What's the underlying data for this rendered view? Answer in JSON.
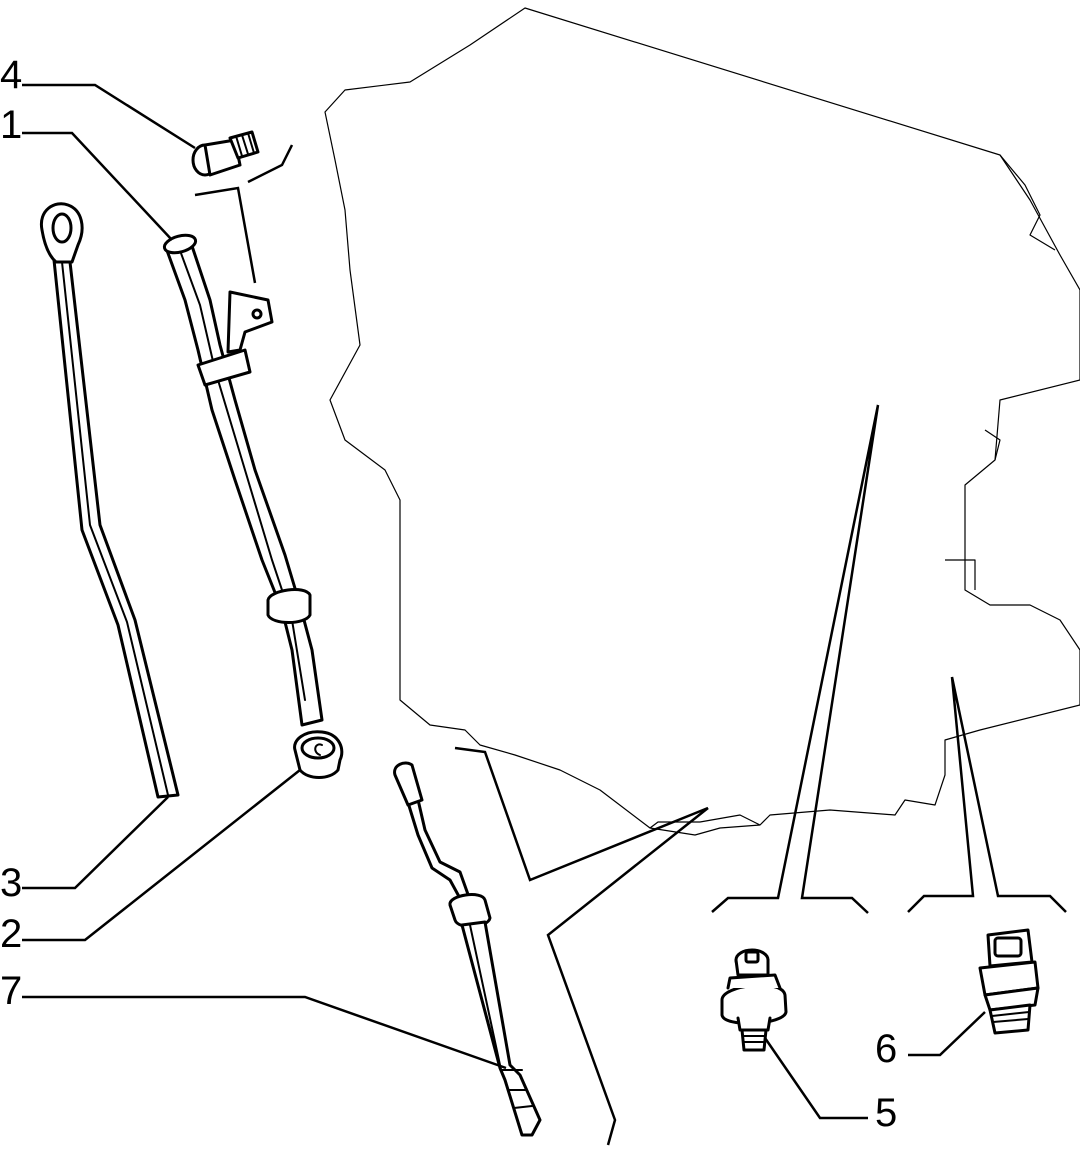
{
  "labels": {
    "c1": "1",
    "c2": "2",
    "c3": "3",
    "c4": "4",
    "c5": "5",
    "c6": "6",
    "c7": "7"
  }
}
